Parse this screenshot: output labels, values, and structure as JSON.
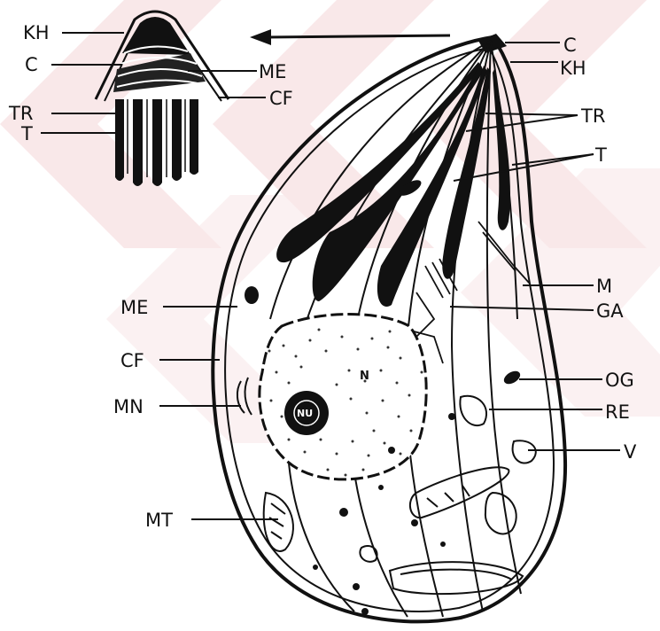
{
  "colors": {
    "ink": "#111111",
    "watermark": "#f5d5d8",
    "background": "#ffffff"
  },
  "watermark": "chevron-shapes",
  "inset": {
    "labels": {
      "kh": "KH",
      "c": "C",
      "me": "ME",
      "cf": "CF",
      "tr": "TR",
      "t": "T"
    }
  },
  "main": {
    "labels": {
      "c": "C",
      "kh": "KH",
      "tr": "TR",
      "t": "T",
      "m": "M",
      "ga": "GA",
      "og": "OG",
      "re": "RE",
      "v": "V",
      "me": "ME",
      "cf": "CF",
      "mn": "MN",
      "mt": "MT",
      "n": "N",
      "nu": "NU"
    }
  }
}
